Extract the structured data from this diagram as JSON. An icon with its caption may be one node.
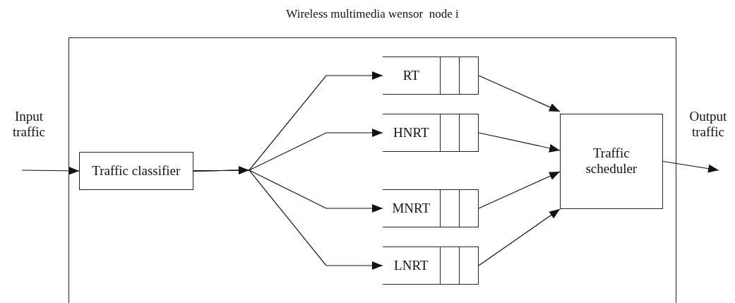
{
  "diagram": {
    "nodes": [
      {
        "text": [
          "Wireless multimedia wensor  node i"
        ]
      },
      {
        "text": [
          "Traffic classifier"
        ],
        "in": 0
      },
      {
        "text": [
          "RT"
        ],
        "in": 0
      },
      {
        "text": [
          "HNRT"
        ],
        "in": 0
      },
      {
        "text": [
          "MNRT"
        ],
        "in": 0
      },
      {
        "text": [
          "LNRT"
        ],
        "in": 0
      },
      {
        "text": [
          "Traffic scheduler"
        ],
        "in": 0
      }
    ],
    "edges": [
      {
        "from": null,
        "to": 1,
        "arrow": "to",
        "label": "Input traffic"
      },
      {
        "from": 1,
        "to": 2,
        "arrow": "to"
      },
      {
        "from": 1,
        "to": 3,
        "arrow": "to"
      },
      {
        "from": 1,
        "to": 4,
        "arrow": "to"
      },
      {
        "from": 1,
        "to": 5,
        "arrow": "to"
      },
      {
        "from": 2,
        "to": 6,
        "arrow": "to"
      },
      {
        "from": 3,
        "to": 6,
        "arrow": "to"
      },
      {
        "from": 4,
        "to": 6,
        "arrow": "to"
      },
      {
        "from": 5,
        "to": 6,
        "arrow": "to"
      },
      {
        "from": 6,
        "to": null,
        "arrow": "to",
        "label": "Output traffic"
      }
    ]
  }
}
